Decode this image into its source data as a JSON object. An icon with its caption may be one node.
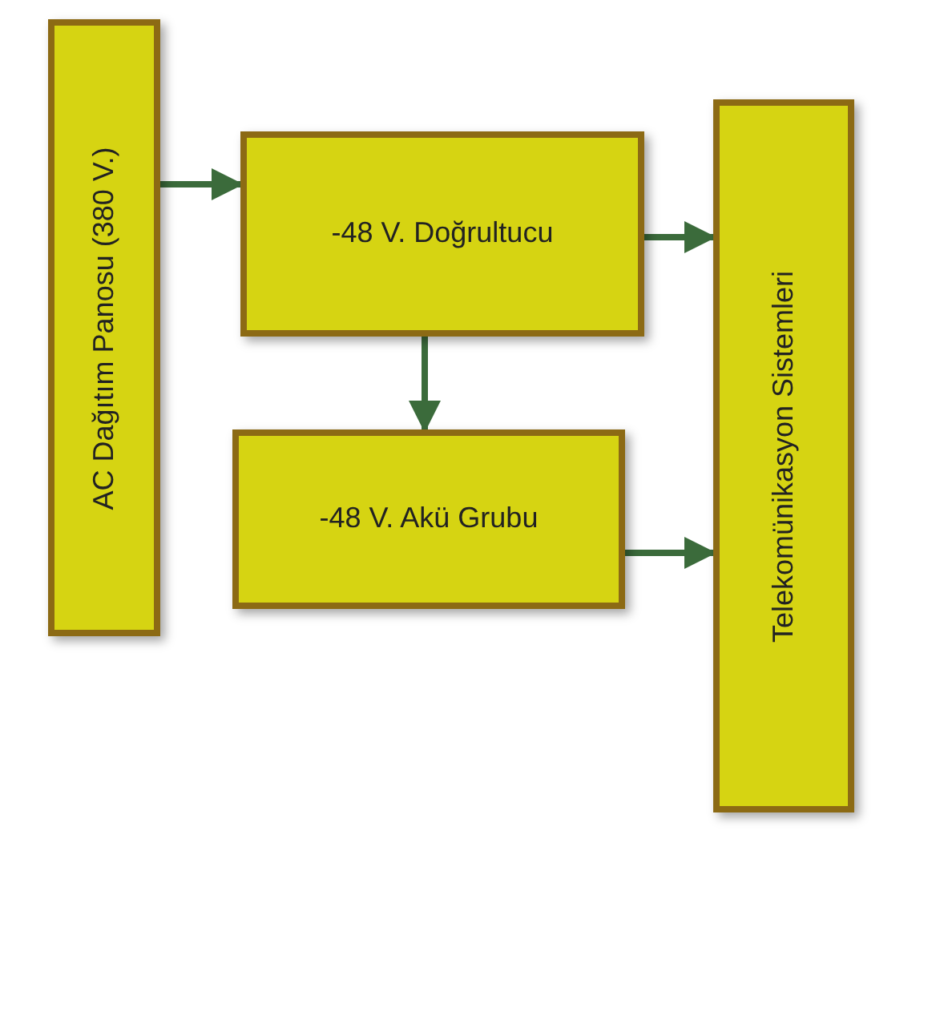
{
  "diagram": {
    "nodes": [
      {
        "text": [
          "AC Dağıtım Panosu (380 V.)"
        ]
      },
      {
        "text": [
          "-48 V. Doğrultucu"
        ]
      },
      {
        "text": [
          "-48 V. Akü Grubu"
        ]
      },
      {
        "text": [
          "Telekomünikasyon Sistemleri"
        ]
      }
    ],
    "edges": [
      {
        "from": 0,
        "to": 1,
        "arrow": "to"
      },
      {
        "from": 1,
        "to": 3,
        "arrow": "to"
      },
      {
        "from": 1,
        "to": 2,
        "arrow": "to"
      },
      {
        "from": 2,
        "to": 3,
        "arrow": "to"
      }
    ]
  }
}
